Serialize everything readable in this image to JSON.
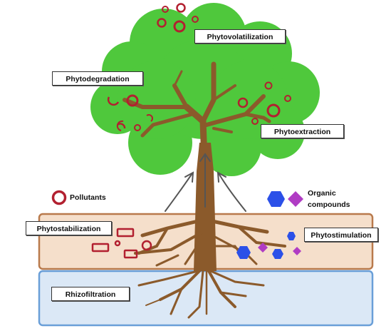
{
  "labels": {
    "phytovolatilization": "Phytovolatilization",
    "phytodegradation": "Phytodegradation",
    "phytoextraction": "Phytoextraction",
    "phytostabilization": "Phytostabilization",
    "phytostimulation": "Phytostimulation",
    "rhizofiltration": "Rhizofiltration"
  },
  "legend": {
    "pollutants": "Pollutants",
    "organic_line1": "Organic",
    "organic_line2": "compounds"
  },
  "colors": {
    "canopy": "#4fc83c",
    "canopy_dark": "#3aa82a",
    "trunk": "#8b5a2b",
    "soil_fill": "#f5dfcb",
    "soil_border": "#b97a4c",
    "water_fill": "#dbe8f6",
    "water_border": "#6a9fd8",
    "pollutant": "#b22030",
    "organic_hexagon": "#2b50e8",
    "organic_diamond": "#b03cc4",
    "arrow": "#555555"
  }
}
